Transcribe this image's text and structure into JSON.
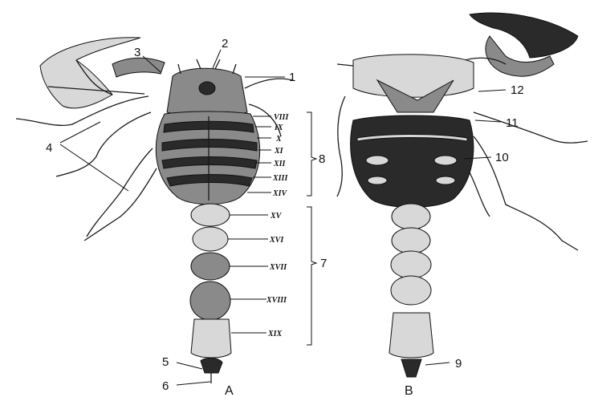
{
  "figure": {
    "panel_labels": [
      "A",
      "B"
    ],
    "numbers": [
      "1",
      "2",
      "3",
      "4",
      "5",
      "6",
      "7",
      "8",
      "9",
      "10",
      "11",
      "12"
    ],
    "segments": [
      "VIII",
      "IX",
      "X",
      "XI",
      "XII",
      "XIII",
      "XIV",
      "XV",
      "XVI",
      "XVII",
      "XVIII",
      "XIX"
    ]
  }
}
